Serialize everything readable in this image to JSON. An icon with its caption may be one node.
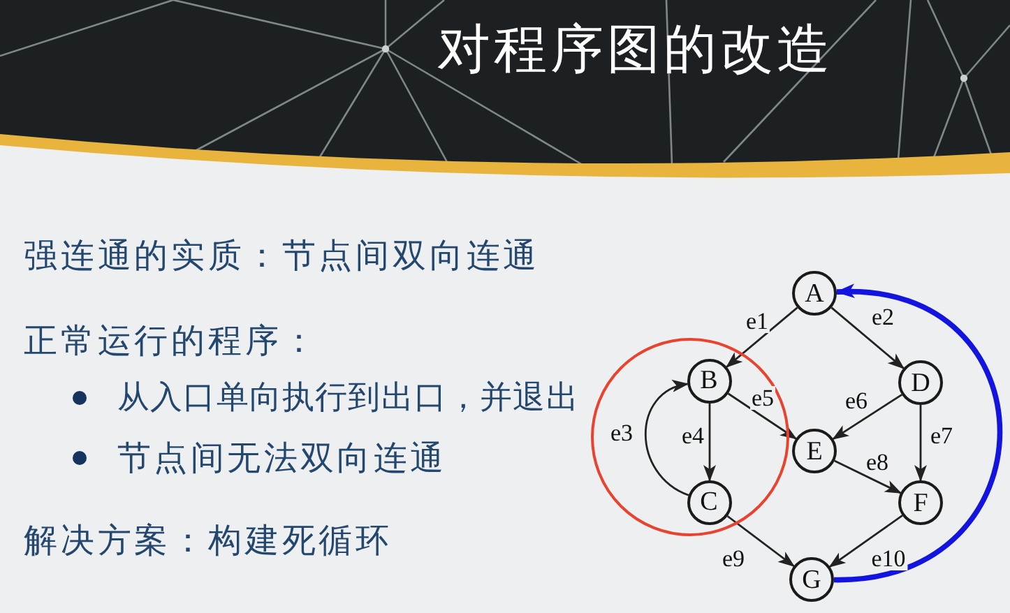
{
  "diagram": {
    "title": "对程序图的改造",
    "nodes": [
      {
        "text": [
          "A"
        ]
      },
      {
        "text": [],
        "shape": "circle"
      },
      {
        "text": [
          "B"
        ],
        "in": 1
      },
      {
        "text": [
          "C"
        ],
        "in": 1
      },
      {
        "text": [
          "D"
        ]
      },
      {
        "text": [
          "E"
        ]
      },
      {
        "text": [
          "F"
        ]
      },
      {
        "text": [
          "G"
        ]
      }
    ],
    "edges": [
      {
        "from": 0,
        "to": 2,
        "arrow": "to",
        "label": "e1"
      },
      {
        "from": 0,
        "to": 4,
        "arrow": "to",
        "label": "e2"
      },
      {
        "from": 3,
        "to": 2,
        "arrow": "to",
        "label": "e3"
      },
      {
        "from": 2,
        "to": 3,
        "arrow": "to",
        "label": "e4"
      },
      {
        "from": 2,
        "to": 5,
        "arrow": "to",
        "label": "e5"
      },
      {
        "from": 4,
        "to": 5,
        "arrow": "to",
        "label": "e6"
      },
      {
        "from": 4,
        "to": 6,
        "arrow": "to",
        "label": "e7"
      },
      {
        "from": 5,
        "to": 6,
        "arrow": "to",
        "label": "e8"
      },
      {
        "from": 3,
        "to": 7,
        "arrow": "to",
        "label": "e9"
      },
      {
        "from": 6,
        "to": 7,
        "arrow": "to",
        "label": "e10"
      },
      {
        "from": 7,
        "to": 0,
        "arrow": "to",
        "style": "thick",
        "color": "#1414e0"
      }
    ],
    "labels": [
      "强连通的实质：节点间双向连通",
      "正常运行的程序：",
      "从入口单向执行到出口，并退出",
      "节点间无法双向连通",
      "解决方案：构建死循环"
    ]
  }
}
